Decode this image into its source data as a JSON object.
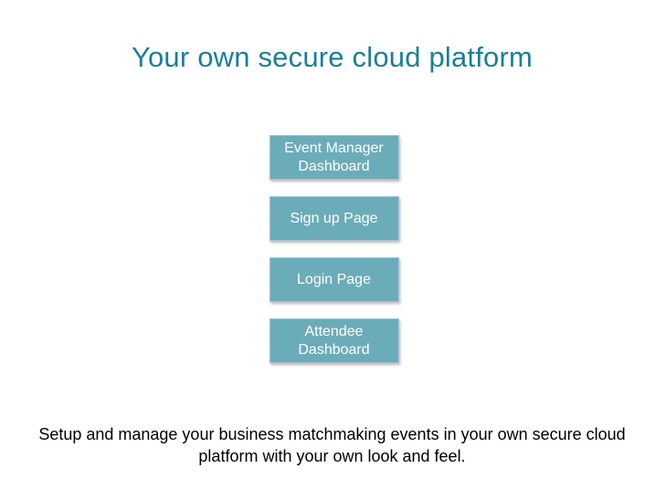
{
  "page": {
    "title": "Your own secure cloud platform",
    "description": "Setup and manage your business matchmaking events in your own secure cloud platform with your own look and feel."
  },
  "nav_buttons": [
    "Event Manager Dashboard",
    "Sign up Page",
    "Login Page",
    "Attendee Dashboard"
  ],
  "colors": {
    "title_text": "#1A7F97",
    "button_background": "#6BACB9",
    "button_border": "#A8C1DE",
    "button_text": "#FFFFFF",
    "description_text": "#000000",
    "page_background": "#FFFFFF"
  }
}
